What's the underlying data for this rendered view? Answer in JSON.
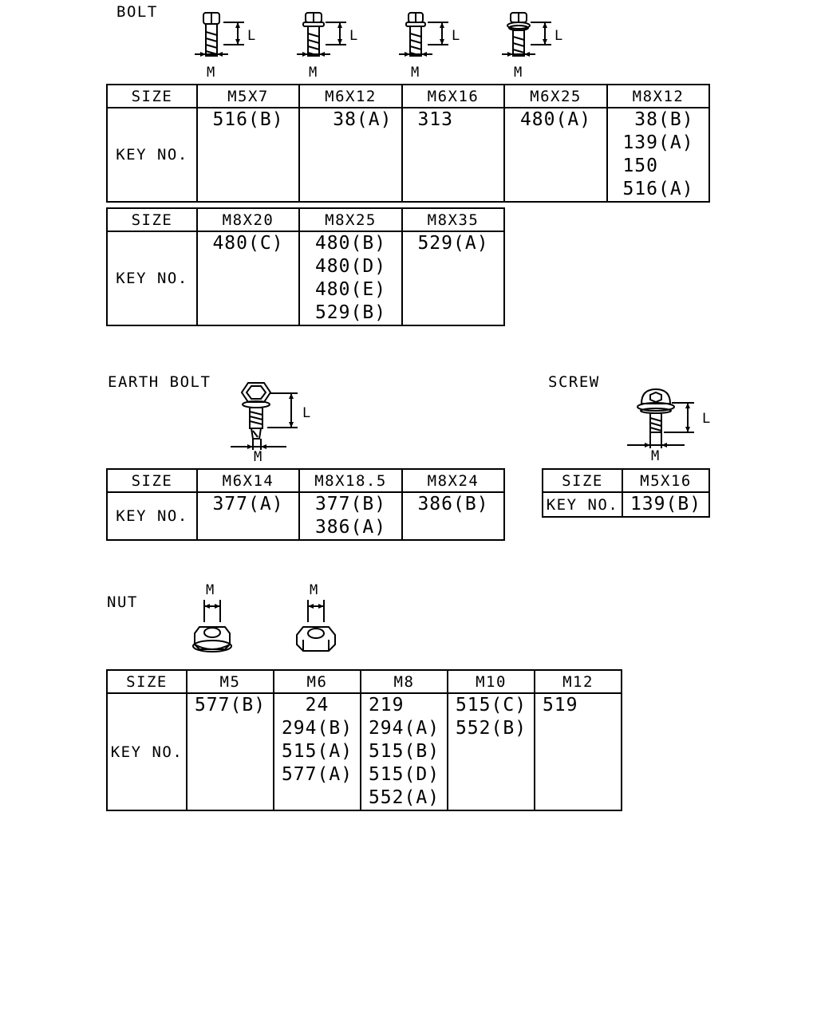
{
  "bolt": {
    "title": "BOLT",
    "dim_length": "L",
    "dim_diameter": "M",
    "table1": {
      "size_label": "SIZE",
      "key_label": "KEY NO.",
      "columns": [
        "M5X7",
        "M6X12",
        "M6X16",
        "M6X25",
        "M8X12"
      ],
      "keys": [
        [
          "516(B)"
        ],
        [
          "  38(A)"
        ],
        [
          "313   "
        ],
        [
          "480(A)"
        ],
        [
          " 38(B)",
          "139(A)",
          "150   ",
          "516(A)"
        ]
      ]
    },
    "table2": {
      "size_label": "SIZE",
      "key_label": "KEY NO.",
      "columns": [
        "M8X20",
        "M8X25",
        "M8X35"
      ],
      "keys": [
        [
          "480(C)"
        ],
        [
          "480(B)",
          "480(D)",
          "480(E)",
          "529(B)"
        ],
        [
          "529(A)"
        ]
      ]
    }
  },
  "earth_bolt": {
    "title": "EARTH BOLT",
    "dim_length": "L",
    "dim_diameter": "M",
    "table": {
      "size_label": "SIZE",
      "key_label": "KEY NO.",
      "columns": [
        "M6X14",
        "M8X18.5",
        "M8X24"
      ],
      "keys": [
        [
          "377(A)"
        ],
        [
          "377(B)",
          "386(A)"
        ],
        [
          "386(B)"
        ]
      ]
    }
  },
  "screw": {
    "title": "SCREW",
    "dim_length": "L",
    "dim_diameter": "M",
    "table": {
      "size_label": "SIZE",
      "key_label": "KEY NO.",
      "columns": [
        "M5X16"
      ],
      "keys": [
        [
          "139(B)"
        ]
      ]
    }
  },
  "nut": {
    "title": "NUT",
    "dim_diameter": "M",
    "table": {
      "size_label": "SIZE",
      "key_label": "KEY NO.",
      "columns": [
        "M5",
        "M6",
        "M8",
        "M10",
        "M12"
      ],
      "keys": [
        [
          "577(B)"
        ],
        [
          "  24  ",
          "294(B)",
          "515(A)",
          "577(A)"
        ],
        [
          "219   ",
          "294(A)",
          "515(B)",
          "515(D)",
          "552(A)"
        ],
        [
          "515(C)",
          "552(B)"
        ],
        [
          "519   "
        ]
      ]
    }
  }
}
